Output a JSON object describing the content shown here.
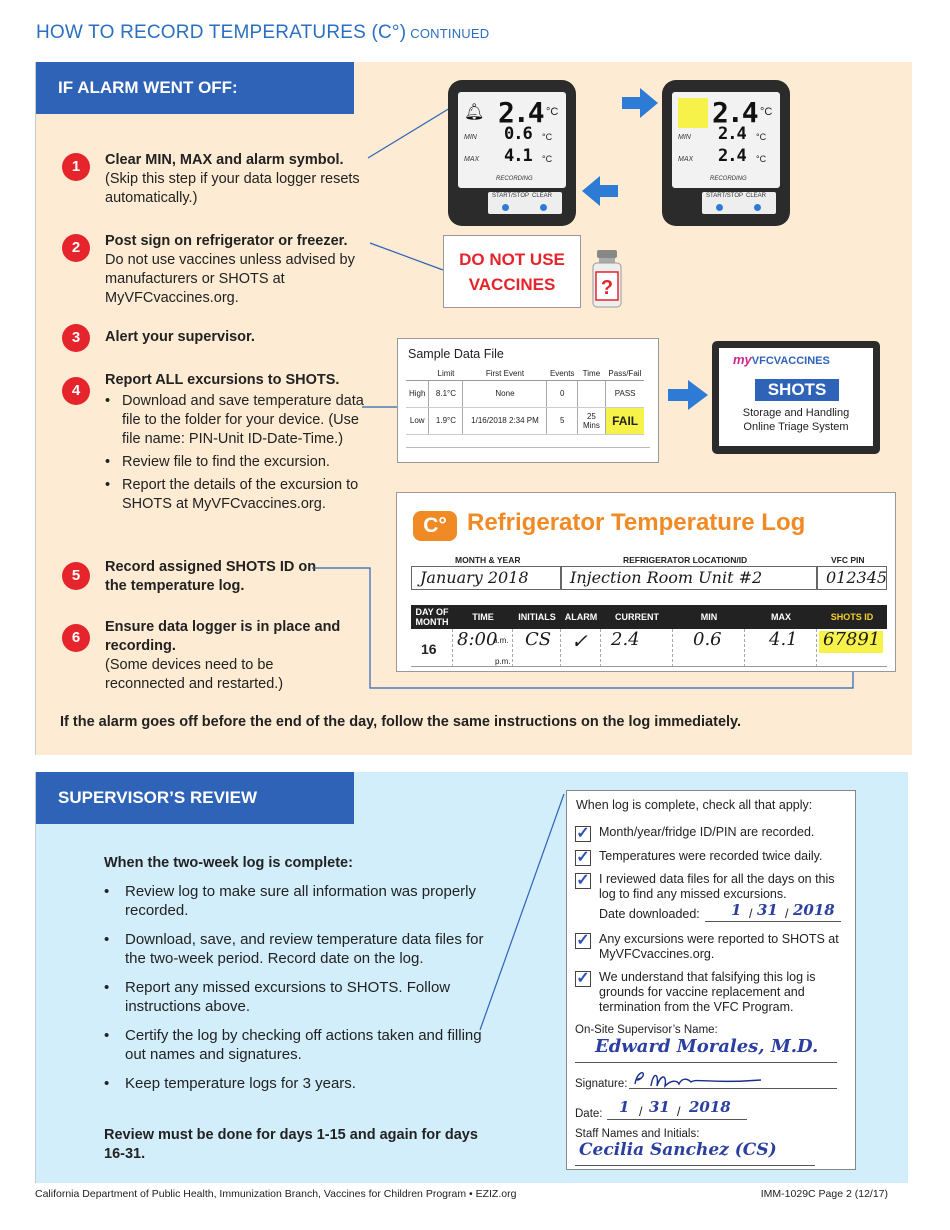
{
  "header": {
    "title": "HOW TO RECORD TEMPERATURES (C°)",
    "continued": "CONTINUED"
  },
  "alarm": {
    "heading": "IF ALARM WENT OFF:",
    "steps": [
      {
        "num": "1",
        "bold": "Clear MIN, MAX and alarm symbol.",
        "text": "(Skip this step if your data logger resets automatically.)"
      },
      {
        "num": "2",
        "bold": "Post sign on refrigerator or freezer.",
        "text": "Do not use vaccines unless advised by manufacturers or SHOTS at MyVFCvaccines.org."
      },
      {
        "num": "3",
        "bold": "Alert your supervisor.",
        "text": ""
      },
      {
        "num": "4",
        "bold": "Report ALL excursions to SHOTS.",
        "bullets": [
          "Download and save temperature data file to the folder for your device. (Use file name: PIN-Unit ID-Date-Time.)",
          "Review file to find the excursion.",
          "Report the details of the excursion to SHOTS at MyVFCvaccines.org."
        ]
      },
      {
        "num": "5",
        "bold": "Record assigned SHOTS ID on the temperature log.",
        "text": ""
      },
      {
        "num": "6",
        "bold": "Ensure data logger is in place and recording.",
        "text": "(Some devices need to be reconnected and restarted.)"
      }
    ],
    "footer": "If the alarm goes off before the end of the day, follow the same instructions on the log immediately."
  },
  "logger_before": {
    "current": "2.4",
    "unit": "°C",
    "min_label": "MIN",
    "min": "0.6",
    "max_label": "MAX",
    "max": "4.1",
    "recording": "RECORDING",
    "start_stop": "START/STOP",
    "clear": "CLEAR"
  },
  "logger_after": {
    "current": "2.4",
    "unit": "°C",
    "min_label": "MIN",
    "min": "2.4",
    "max_label": "MAX",
    "max": "2.4",
    "recording": "RECORDING",
    "start_stop": "START/STOP",
    "clear": "CLEAR"
  },
  "sign": {
    "line1": "DO NOT USE",
    "line2": "VACCINES",
    "bottle_mark": "?"
  },
  "sample_file": {
    "title": "Sample Data File",
    "columns": [
      "",
      "Limit",
      "First Event",
      "Events",
      "Time",
      "Pass/Fail"
    ],
    "rows": [
      [
        "High",
        "8.1°C",
        "None",
        "0",
        "",
        "PASS"
      ],
      [
        "Low",
        "1.9°C",
        "1/16/2018 2:34 PM",
        "5",
        "25 Mins",
        "FAIL"
      ]
    ]
  },
  "monitor": {
    "logo_my": "my",
    "logo_vfc": "VFCVACCINES",
    "shots": "SHOTS",
    "line1": "Storage and Handling",
    "line2": "Online Triage System"
  },
  "temp_log": {
    "badge": "C°",
    "title": "Refrigerator Temperature Log",
    "month_year_label": "MONTH & YEAR",
    "location_label": "REFRIGERATOR LOCATION/ID",
    "pin_label": "VFC PIN",
    "month_year": "January 2018",
    "location": "Injection Room Unit #2",
    "pin": "012345",
    "col_day": "DAY OF MONTH",
    "col_time": "TIME",
    "col_initials": "INITIALS",
    "col_alarm": "ALARM",
    "col_current": "CURRENT",
    "col_min": "MIN",
    "col_max": "MAX",
    "col_shots": "SHOTS ID",
    "day": "16",
    "time": "8:00",
    "am": "a.m.",
    "pm": "p.m.",
    "initials": "CS",
    "alarm_mark": "✓",
    "current": "2.4",
    "min": "0.6",
    "max": "4.1",
    "shots_id": "67891"
  },
  "supervisor": {
    "heading": "SUPERVISOR’S REVIEW",
    "intro": "When the two-week log is complete:",
    "items": [
      "Review log to make sure all information was properly recorded.",
      "Download, save, and review temperature data files for the two-week period. Record date on the log.",
      "Report any missed excursions to SHOTS. Follow instructions above.",
      "Certify the log by checking off actions taken and filling out names and signatures.",
      "Keep temperature logs for 3 years."
    ],
    "footer": "Review must be done for days 1-15 and again for days 16-31."
  },
  "checklist": {
    "intro": "When log is complete, check all that apply:",
    "items": [
      "Month/year/fridge ID/PIN are recorded.",
      "Temperatures were recorded twice daily.",
      "I reviewed data files for all the days on this log to find any missed excursions.",
      "Any excursions were reported to SHOTS at MyVFCvaccines.org.",
      "We understand that falsifying this log is grounds for vaccine replacement and termination from the VFC Program."
    ],
    "check": "✓",
    "date_downloaded_label": "Date downloaded:",
    "dd_month": "1",
    "dd_day": "31",
    "dd_year": "2018",
    "supervisor_label": "On-Site Supervisor’s Name:",
    "supervisor_name": "Edward Morales, M.D.",
    "signature_label": "Signature:",
    "signature": "E.Morales",
    "date_label": "Date:",
    "d_month": "1",
    "d_day": "31",
    "d_year": "2018",
    "staff_label": "Staff Names and Initials:",
    "staff": "Cecilia Sanchez (CS)",
    "slash": "/"
  },
  "footer": {
    "left": "California Department of Public Health, Immunization Branch, Vaccines for Children Program  • EZIZ.org",
    "right": "IMM-1029C Page 2 (12/17)"
  }
}
